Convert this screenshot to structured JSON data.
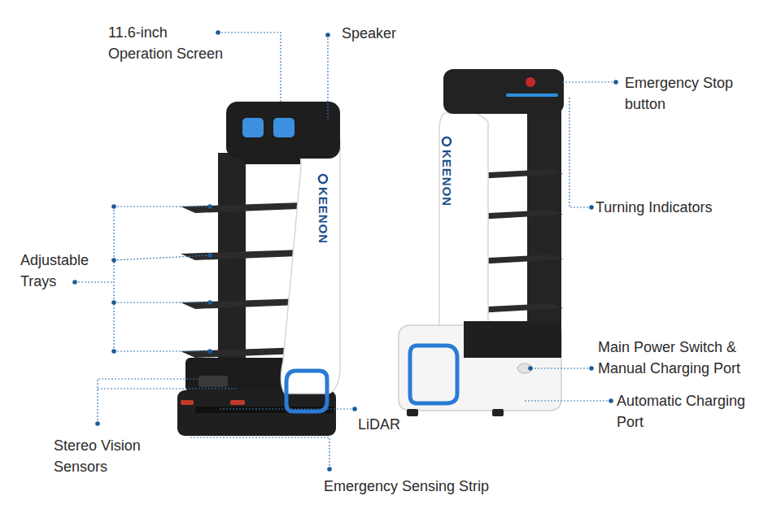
{
  "diagram": {
    "labels": [
      "11.6-inch Operation Screen",
      "Speaker",
      "Adjustable Trays",
      "Stereo Vision Sensors",
      "LiDAR",
      "Emergency Sensing Strip",
      "Emergency Stop button",
      "Turning Indicators",
      "Main Power Switch & Manual Charging Port",
      "Automatic Charging Port",
      "KEENON",
      "KEENON"
    ]
  }
}
